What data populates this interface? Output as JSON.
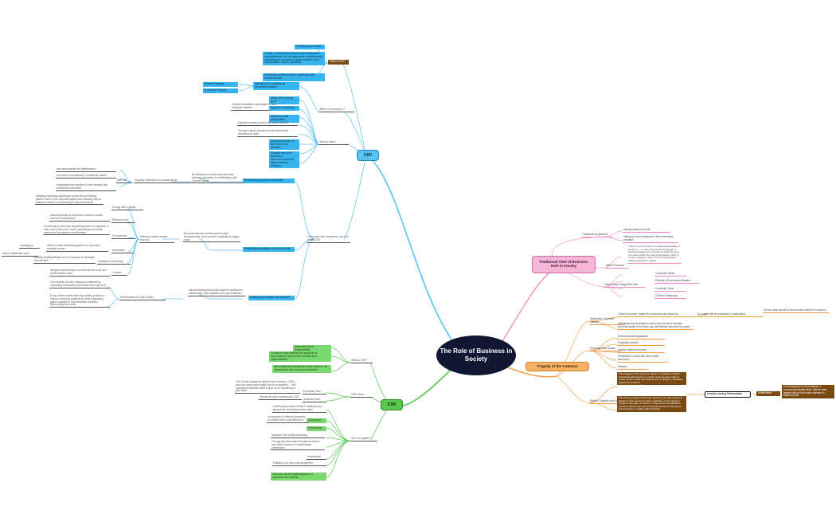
{
  "center": {
    "title": "The Role of Business in Society"
  },
  "csv": {
    "label": "CSV",
    "what": {
      "label": "What is CSV?",
      "items": [
        "Creating shared value",
        "Policies & operational practices that enhance the competitiveness of a company while simultaneously advancing the economic & social condition in the communities in which it operates",
        "Addressing societal needs & challenges with business model"
      ]
    },
    "focus": {
      "label": "What is it focusing on?",
      "item": "Identifying & expanding the connection between",
      "sub": [
        "Societal Progress",
        "Economic Progress"
      ]
    },
    "how": {
      "label": "How it's done?",
      "items": [
        "Doing well by doing good",
        "Creates competitive advantages in new untapped markets",
        "Integral to competing",
        "Integral to profit maximization",
        "Agenda company, sector and market specific",
        "Includes radical innovations and incremental innovation of state",
        "Embedded priority at the heart of the business",
        "Scalable with profit increasing",
        "Seen as commercial opportunities for investors"
      ]
    },
    "ways": {
      "label": "3 key ways that companies can do to create CSV",
      "reconceiving": {
        "label": "Reconceiving products and market",
        "desc": "By seeking out social problems areas (serving consumers & contributing to the common good)",
        "ongoing": "Ongoing exploration of societal needs",
        "lead": "lead into",
        "items": [
          "new opportunities for differentiation",
          "company's repositioning in traditional market",
          "recognizing the potential of new markets they previously overlooked"
        ]
      },
      "redefining": {
        "label": "Redefining productivity in the value chain",
        "desc": "By simultaneously enhancing the social, environmental, and economic capability of supply chain",
        "affecting": "Affecting societal issues, such as:",
        "items": [
          {
            "label": "Energy use & logistic",
            "desc": "building processing warehouse nearby the purchasing place to save oil for shipment logistic and reducing carbon emission instead of processing in outsourced place"
          },
          {
            "label": "Resource use",
            "desc": "advancing back to recycle and reuse to reduce resource consumption"
          },
          {
            "label": "Procurement",
            "desc": "Commodify & exert new bargaining power on suppliers, to drive down prices even when purchasing from small numbers of subsistence-level farmers"
          },
          {
            "label": "Distribution",
            "desc": "direct to home distributing system run by under-privilege women",
            "sub": "creating job",
            "subsub": "reduce distribution cost"
          },
          {
            "label": "Employee productivity",
            "desc": "building healthy lifestyle for the employee to decrease the sick time"
          },
          {
            "label": "Location",
            "desc": "using the community to connect with the local and create shared value"
          }
        ]
      },
      "enabling": {
        "label": "Enabling local cluster development",
        "desc": "various development goals might be achieved in collaboration with suppliers and local institution",
        "dev": "Development of Local Cluster",
        "items": [
          "The success of every company is affected by supporting companies and infrastructure around it",
          "Firms create shared value by building clusters to improve company productivity while addressing gaps or failures in the framework condition surrounding the cluster"
        ]
      }
    }
  },
  "traditional": {
    "label": "Traditional View of Business Role in Society",
    "general": {
      "label": "Traditional (in general)",
      "items": [
        "making money for profit",
        "making job and contribute to the economical condition"
      ]
    },
    "friedman": {
      "label": "Milton Friedman",
      "quote": "There is one and only one social responsibility of business — to use it resources and engage in activities designed to increase its profits so long as it stays within the rules of the game, which is to say, engages in open and free competition without deception or fraud"
    },
    "factors": {
      "label": "Factors that Change this View",
      "items": [
        "Consumer needs",
        "Political & Economical Situation",
        "Corporate Crisis",
        "Climate Emergency"
      ]
    }
  },
  "tragedy": {
    "label": "Tragedy of the Common",
    "common": {
      "label": "What does \"Common\" means?",
      "item": "\"Held in common\" means the resources are owned by",
      "owner": "No (again, not an individual or corporation)",
      "access": "All who have access to the resource holds it in common",
      "motive": "Individuals are motivated to add to their herds to increase personal wealth but of their own self interest and short term gain"
    },
    "issues": {
      "label": "Exploring some issues",
      "items": [
        "Environmental degradation",
        "Population growth",
        "Limited natural resources",
        "Privatization of land and other public resources",
        "Pollution"
      ]
    },
    "whatis": {
      "label": "What is Tragedy of the Common?",
      "items": [
        "The Tragedy of the commons refers to a situation in which individuals with access to a public resource (also called a common) act in their own interest and, in doing so, ultimately deplete the resource",
        "This theory explains individuals' tendency to make decisions based on their personal needs, regardless of the negative impact it may have on others. In other word, an individual's personal interest won't act to promote interest for the group and lead them to justify selfish behavior"
      ],
      "ext": "Usually causing Externalities",
      "ext_label": "Externalities",
      "ext_desc": "a consequence of an industrial or commercial activity which affects other parties without this being reflected in market prices"
    }
  },
  "csr": {
    "label": "CSR",
    "what": {
      "label": "What is CSR?",
      "items": [
        "Corporate Social Responsibility",
        "Concerned with defining the social role of corporations in society and evaluate their responsibilities",
        "also implies that companies do the minimum for stakeholders and not long commitment"
      ]
    },
    "views": {
      "label": "CSR Views",
      "european": "European View",
      "european_desc": "CSR should always be distinct from business. CSR's become social issues might not be competitive — the business sometimes need to give up on something to give back.",
      "american": "American View",
      "american_desc": "We can do both business and CSR"
    },
    "applied": {
      "label": "How is it applied?",
      "items": [
        "Addressing societal needs & challenges by giving back and doing no/less harm",
        "Doing good",
        "In response to external pressures, no relation with competitiveness",
        "Philanthropy",
        "Separate from profit maximizing",
        "The agenda determined by external factors and other personal or departmental preferences",
        "Incremental",
        "Palliative, but from cost perspective",
        "Seen as cost and legal/regulatory of operations for investors"
      ]
    }
  },
  "colors": {
    "center": "#111633",
    "csv": "#57c3f0",
    "csr": "#58c850",
    "traditional": "#f49dcb",
    "tragedy": "#f2a14b",
    "brown": "#7a4a12"
  }
}
